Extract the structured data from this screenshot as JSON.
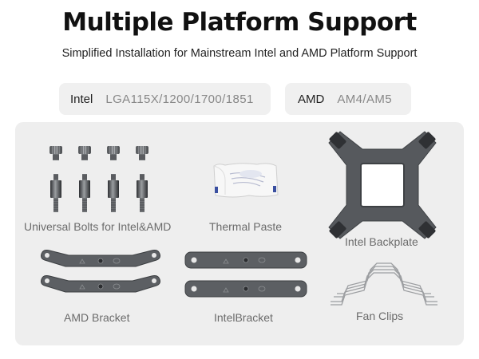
{
  "header": {
    "title": "Multiple Platform Support",
    "subtitle": "Simplified Installation for Mainstream Intel and AMD Platform Support"
  },
  "platforms": [
    {
      "label": "Intel",
      "value": "LGA115X/1200/1700/1851"
    },
    {
      "label": "AMD",
      "value": "AM4/AM5"
    }
  ],
  "components": {
    "bolts": "Universal Bolts for Intel&AMD",
    "paste": "Thermal Paste",
    "backplate": "Intel Backplate",
    "amd_bracket": "AMD Bracket",
    "intel_bracket": "IntelBracket",
    "fan_clips": "Fan Clips"
  },
  "colors": {
    "panel_bg": "#eeeeee",
    "pill_bg": "#f0f0f0",
    "metal": "#5c5f63",
    "paste_accent": "#3a4fa0"
  }
}
